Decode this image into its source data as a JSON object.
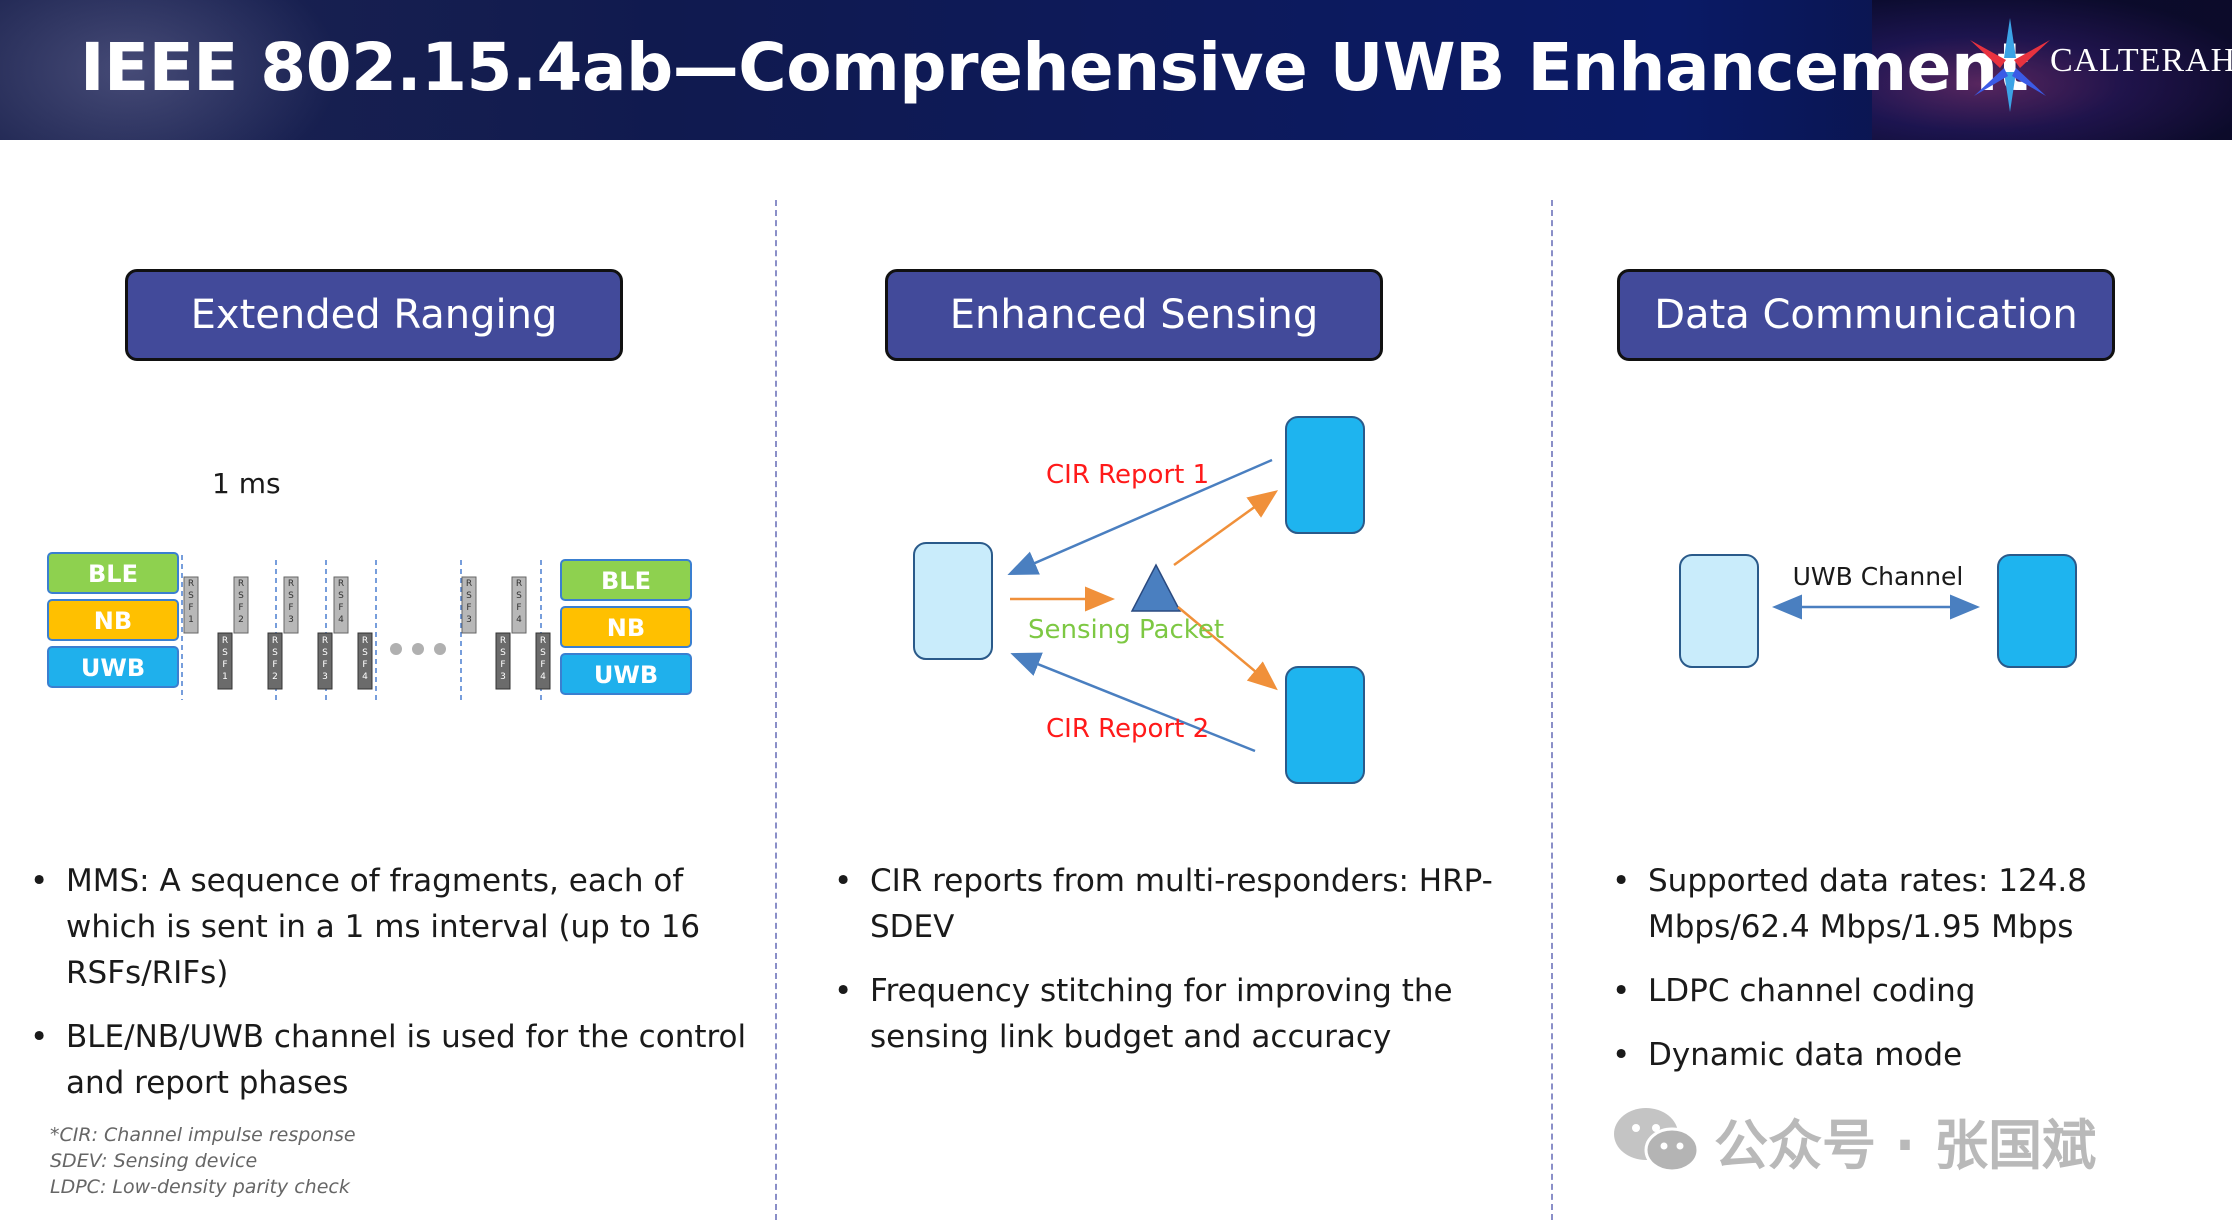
{
  "header": {
    "title": "IEEE 802.15.4ab—Comprehensive UWB Enhancement",
    "logo_text": "CALTERAH",
    "colors": {
      "background": "#0d1a5c",
      "title": "#ffffff"
    }
  },
  "sections": [
    {
      "label": "Extended Ranging",
      "diagram": {
        "time_label": "1 ms",
        "left_stack": [
          "BLE",
          "NB",
          "UWB"
        ],
        "right_stack": [
          "BLE",
          "NB",
          "UWB"
        ],
        "rsf_top": [
          "R\nS\nF\n1",
          "R\nS\nF\n2",
          "R\nS\nF\n3",
          "R\nS\nF\n4",
          "R\nS\nF\n3",
          "R\nS\nF\n4"
        ],
        "rsf_bottom": [
          "R\nS\nF\n1",
          "R\nS\nF\n2",
          "R\nS\nF\n3",
          "R\nS\nF\n4",
          "R\nS\nF\n3",
          "R\nS\nF\n4"
        ],
        "colors": {
          "ble": "#8ed14f",
          "nb": "#ffc000",
          "uwb": "#1fb0ec"
        }
      },
      "bullets": [
        "MMS: A sequence of fragments, each of which is sent in a 1 ms interval (up to 16 RSFs/RIFs)",
        "BLE/NB/UWB channel is used for the control and report phases"
      ]
    },
    {
      "label": "Enhanced Sensing",
      "diagram": {
        "cir_report_1": "CIR Report 1",
        "cir_report_2": "CIR Report 2",
        "sensing_packet": "Sensing Packet",
        "colors": {
          "report": "#ff1a1a",
          "packet": "#7dc843",
          "device_light": "#c9ecfb",
          "device_dark": "#1eb4ef"
        }
      },
      "bullets": [
        "CIR reports from multi-responders: HRP-SDEV",
        "Frequency stitching for improving the sensing link budget and accuracy"
      ]
    },
    {
      "label": "Data Communication",
      "diagram": {
        "channel_label": "UWB Channel"
      },
      "bullets": [
        "Supported data rates: 124.8 Mbps/62.4 Mbps/1.95 Mbps",
        "LDPC channel coding",
        "Dynamic data mode"
      ]
    }
  ],
  "footnotes": [
    "*CIR: Channel impulse response",
    "SDEV: Sensing device",
    "LDPC: Low-density parity check"
  ],
  "watermark": {
    "text": "公众号 · 张国斌",
    "icon": "wechat-icon"
  }
}
